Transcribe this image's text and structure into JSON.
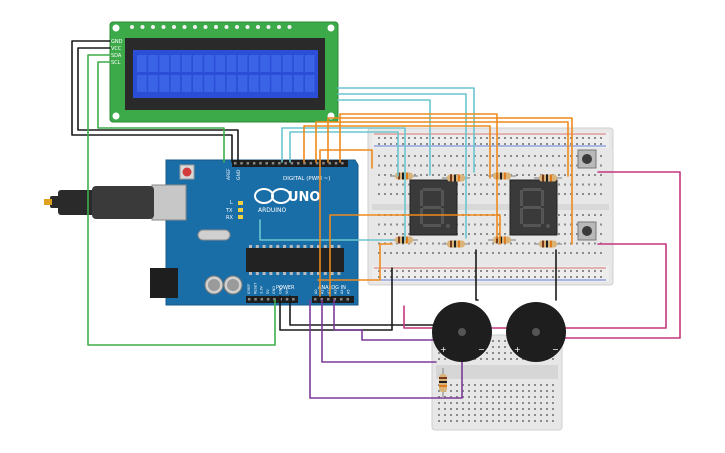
{
  "lcd": {
    "pins": [
      "GND",
      "VCC",
      "SDA",
      "SCL"
    ]
  },
  "arduino": {
    "logo_text": "UNO",
    "brand_text": "ARDUINO",
    "digital_label": "DIGITAL (PWM ~)",
    "power_label": "POWER",
    "analog_label": "ANALOG IN",
    "aref_label": "AREF",
    "gnd_label": "GND",
    "tx_label": "TX",
    "rx_label": "RX",
    "l_label": "L",
    "power_pins": [
      "IOREF",
      "RESET",
      "3.3V",
      "5V",
      "GND",
      "GND",
      "Vin"
    ],
    "analog_pins": [
      "A0",
      "A1",
      "A2",
      "A3",
      "A4",
      "A5"
    ]
  },
  "displays": {
    "digit_char": "8"
  },
  "buzzers": {
    "plus": "+",
    "minus": "−"
  },
  "colors": {
    "board": "#1a6ea8",
    "lcd_pcb": "#3daa4a",
    "lcd_screen": "#2a4fd6",
    "wire_orange": "#ee8a1c",
    "wire_cyan": "#6cc6cf",
    "wire_green": "#3fae4b",
    "wire_black": "#1a1a1a",
    "wire_purple": "#7c3a99",
    "wire_magenta": "#c4377e"
  }
}
